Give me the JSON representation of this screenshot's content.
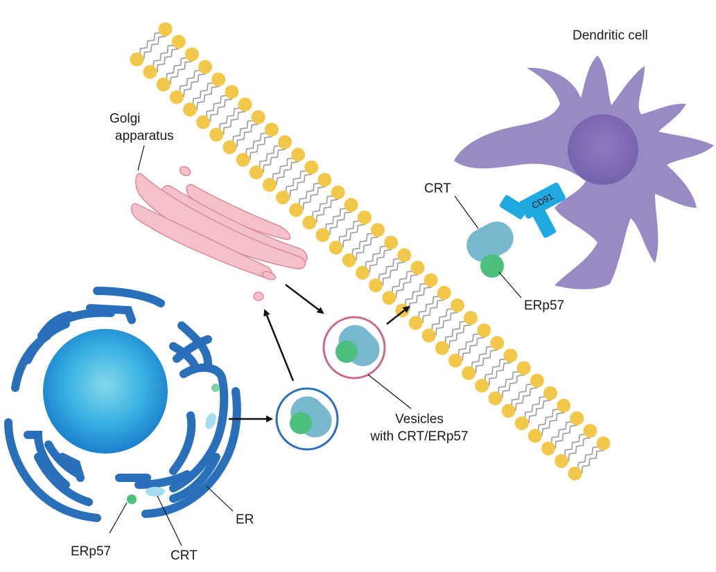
{
  "labels": {
    "golgi_line1": "Golgi",
    "golgi_line2": "apparatus",
    "dendritic": "Dendritic cell",
    "crt_membrane": "CRT",
    "cd91": "CD91",
    "erp57_membrane": "ERp57",
    "vesicles_line1": "Vesicles",
    "vesicles_line2": "with CRT/ERp57",
    "er": "ER",
    "erp57_er": "ERp57",
    "crt_er": "CRT"
  },
  "colors": {
    "lipid_head": "#f2c84b",
    "lipid_tail": "#9a9a9a",
    "nucleus_center": "#7fd3e8",
    "nucleus_edge": "#1f86d0",
    "er": "#2a6fb9",
    "golgi_fill": "#f4c1c9",
    "golgi_stroke": "#d98a98",
    "crt": "#78b9cf",
    "erp57": "#4cbf7c",
    "dendritic_cell": "#9a8ac4",
    "dendritic_nucleus": "#7f6bb3",
    "cd91": "#1ea9e1",
    "vesicle_er_ring": "#2a6fb9",
    "vesicle_golgi_ring": "#c76c84"
  }
}
